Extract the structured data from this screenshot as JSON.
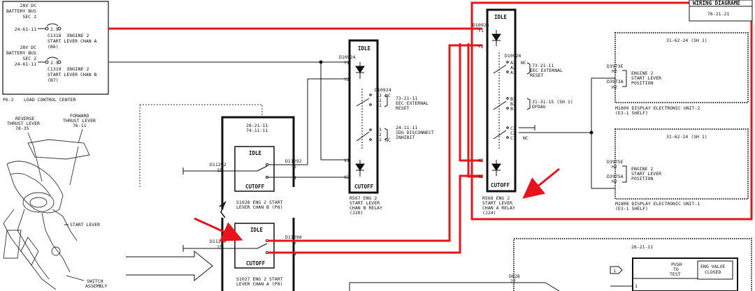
{
  "sheet_title": "WIRING DIAGRAME",
  "sheet_number": "76-21-21",
  "load_center": {
    "title": "LOAD CONTROL CENTER",
    "panel_id": "P6-2",
    "cb_a": {
      "lines": [
        "28V DC",
        "BATTERY BUS",
        "SEC 2",
        "24-61-11"
      ],
      "rating": "2.5",
      "id": "C1318",
      "desc": [
        "ENGINE 2",
        "START LEVER CHAN A",
        "(B6)"
      ]
    },
    "cb_b": {
      "lines": [
        "28V DC",
        "BATTERY BUS",
        "SEC 2",
        "24-61-11"
      ],
      "rating": "2.5",
      "id": "C1319",
      "desc": [
        "ENGINE 2",
        "START LEVER CHAN B",
        "(B7)"
      ]
    }
  },
  "thrust_lever": {
    "reverse": [
      "REVERSE",
      "THRUST LEVER",
      "78-35"
    ],
    "forward": [
      "FORWARD",
      "THRUST LEVER",
      "76-11"
    ],
    "start_lever": "START LEVER",
    "switch_assembly": [
      "SWITCH",
      "ASSEMBLY"
    ]
  },
  "ref_box": {
    "lines": [
      "28-21-11",
      "74-11-11"
    ]
  },
  "switch_b": {
    "idle": "IDLE",
    "cutoff": "CUTOFF",
    "connector": "D11292",
    "pin_in": "15",
    "wire_top": "D11292",
    "pin5": "5",
    "pin4": "4",
    "caption": [
      "S1028  ENG 2 START",
      "LEVER CHAN B (P8)"
    ]
  },
  "switch_a": {
    "idle": "IDLE",
    "cutoff": "CUTOFF",
    "connector": "D11290",
    "pin_in": "15",
    "wire_top": "D11290",
    "pin5": "5",
    "pin4": "4",
    "caption": [
      "S1027  ENG 2 START",
      "LEVER CHAN A (P8)"
    ]
  },
  "relay_r567": {
    "idle": "IDLE",
    "cutoff": "CUTOFF",
    "connector": "D10924",
    "pins": [
      "Y1",
      "Y2",
      "X1",
      "X2"
    ],
    "contact_conn": "D10924",
    "set1": {
      "pins": [
        "A3",
        "A2",
        "A1"
      ],
      "nc": "NC",
      "ref": "73-21-11",
      "desc": [
        "EEC EXTERNAL",
        "RESET"
      ]
    },
    "set2": {
      "pins": [
        "C3",
        "C2",
        "C1"
      ],
      "nc": "NC",
      "ref": "24-11-11",
      "desc": [
        "IDG DISCONNECT",
        "INHIBIT"
      ]
    },
    "caption": [
      "R567  ENG 2",
      "START LEVER",
      "CHAN B RELAY",
      "(J20)"
    ]
  },
  "relay_r568": {
    "idle": "IDLE",
    "cutoff": "CUTOFF",
    "connector": "D10926",
    "pins": [
      "Y1",
      "Y2",
      "X1",
      "X2"
    ],
    "contact_conn": "D10926",
    "set1": {
      "pins": [
        "A3",
        "A2",
        "A1"
      ],
      "nc": "NC",
      "ref": "73-21-11",
      "desc": [
        "EEC EXTERNAL",
        "RESET"
      ]
    },
    "set2": {
      "pins": [
        "B3",
        "B2",
        "B1"
      ],
      "ref": "31-31-15 (SH 1)",
      "desc": [
        "DFDAU"
      ]
    },
    "set3": {
      "pins": [
        "C3",
        "C2",
        "C1"
      ],
      "nc": "NC"
    },
    "caption": [
      "R568  ENG 2",
      "START LEVER",
      "CHAN A RELAY",
      "(J24)"
    ]
  },
  "deu2": {
    "ref": "31-62-24 (SH 1)",
    "conn_top": "D3973E",
    "pin_top": "H2",
    "conn_bot": "D3973A",
    "pin_bot": "H2",
    "desc": [
      "ENGINE 2",
      "START LEVER",
      "POSITION"
    ],
    "unit": "M1809  DISPLAY ELECTRONIC UNIT-2",
    "shelf": "(E3-1 SHELF)"
  },
  "deu1": {
    "ref": "31-62-14 (SH 1)",
    "conn_top": "D3975E",
    "pin_top": "H2",
    "conn_bot": "D3975A",
    "pin_bot": "H2",
    "desc": [
      "ENGINE 2",
      "START LEVER",
      "POSITION"
    ],
    "unit": "M1808  DISPLAY ELECTRONIC UNIT-1",
    "shelf": "(E3-1 SHELF)"
  },
  "bottom_right": {
    "ref": "28-21-11",
    "push_to_test": [
      "PUSH",
      "TO",
      "TEST"
    ],
    "valve": [
      "ENG VALVE",
      "CLOSED"
    ],
    "callout": "1",
    "pin": "1"
  },
  "bottom_conn": {
    "id": "D628",
    "pin": "27"
  },
  "colors": {
    "highlight": "#e8141c",
    "ink": "#111111"
  }
}
